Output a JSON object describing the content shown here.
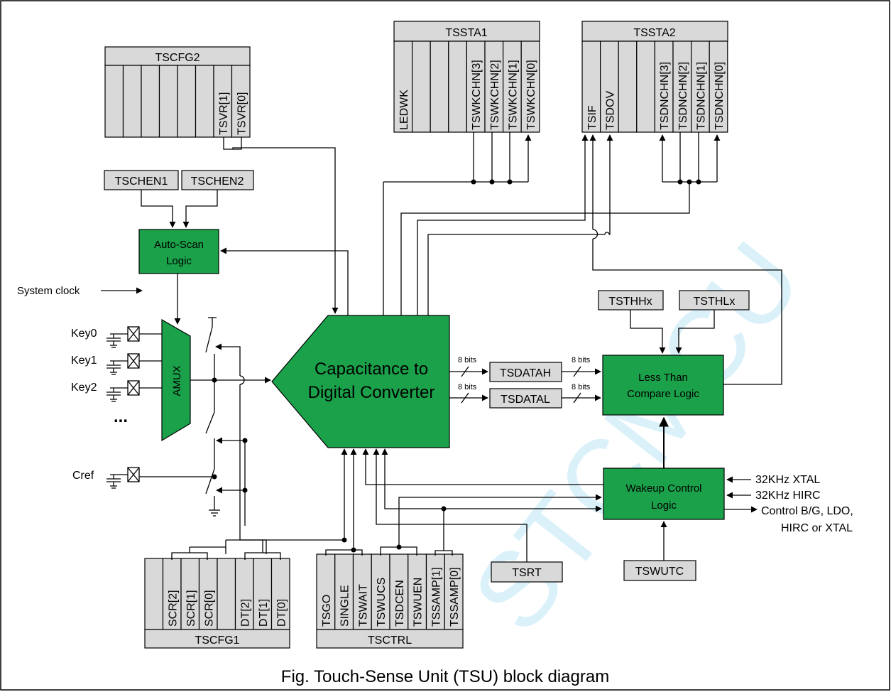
{
  "figure": {
    "caption": "Fig. Touch-Sense Unit (TSU) block diagram",
    "watermark": "STCMCU"
  },
  "colors": {
    "logic_block": "#1ba14a",
    "register": "#d9d9d9",
    "line": "#000000",
    "watermark": "#bfe6f5"
  },
  "registers": {
    "tscfg2": {
      "name": "TSCFG2",
      "bits": [
        "",
        "",
        "",
        "",
        "",
        "",
        "TSVR[1]",
        "TSVR[0]"
      ]
    },
    "tssta1": {
      "name": "TSSTA1",
      "bits": [
        "LEDWK",
        "",
        "",
        "",
        "TSWKCHN[3]",
        "TSWKCHN[2]",
        "TSWKCHN[1]",
        "TSWKCHN[0]"
      ]
    },
    "tssta2": {
      "name": "TSSTA2",
      "bits": [
        "TSIF",
        "TSDOV",
        "",
        "",
        "TSDNCHN[3]",
        "TSDNCHN[2]",
        "TSDNCHN[1]",
        "TSDNCHN[0]"
      ]
    },
    "tscfg1": {
      "name": "TSCFG1",
      "bits": [
        "",
        "SCR[2]",
        "SCR[1]",
        "SCR[0]",
        "",
        "DT[2]",
        "DT[1]",
        "DT[0]"
      ]
    },
    "tsctrl": {
      "name": "TSCTRL",
      "bits": [
        "TSGO",
        "SINGLE",
        "TSWAIT",
        "TSWUCS",
        "TSDCEN",
        "TSWUEN",
        "TSSAMP[1]",
        "TSSAMP[0]"
      ]
    },
    "tschen1": "TSCHEN1",
    "tschen2": "TSCHEN2",
    "tsdatah": "TSDATAH",
    "tsdatal": "TSDATAL",
    "tsthh": "TSTHHx",
    "tsthl": "TSTHLx",
    "tsrt": "TSRT",
    "tswutc": "TSWUTC"
  },
  "blocks": {
    "autoscan": [
      "Auto-Scan",
      "Logic"
    ],
    "amux": "AMUX",
    "cdc": [
      "Capacitance to",
      "Digital Converter"
    ],
    "compare": [
      "Less Than",
      "Compare Logic"
    ],
    "wakeup": [
      "Wakeup Control",
      "Logic"
    ]
  },
  "inputs": {
    "system_clock": "System clock",
    "keys": [
      "Key0",
      "Key1",
      "Key2"
    ],
    "ellipsis": "...",
    "cref": "Cref",
    "xtal": "32KHz XTAL",
    "hirc": "32KHz HIRC"
  },
  "outputs": {
    "control": [
      "Control B/G, LDO,",
      "HIRC or XTAL"
    ]
  },
  "bus_widths": [
    "8 bits",
    "8 bits",
    "8 bits",
    "8 bits"
  ]
}
